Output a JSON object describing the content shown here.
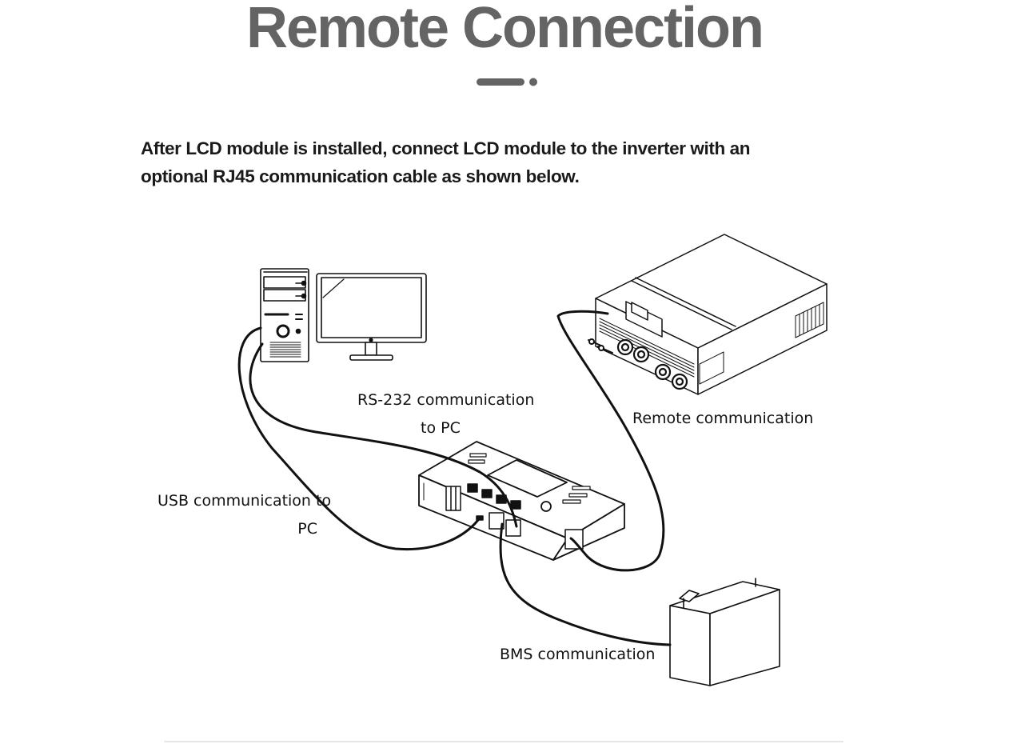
{
  "page": {
    "title": "Remote Connection",
    "intro_line1": "After LCD module is installed, connect LCD module to the inverter with an",
    "intro_line2": "optional RJ45 communication cable as shown below."
  },
  "diagram": {
    "labels": {
      "rs232_line1": "RS-232 communication",
      "rs232_line2": "to PC",
      "remote": "Remote communication",
      "usb_line1": "USB communication to",
      "usb_line2": "PC",
      "bms": "BMS communication"
    },
    "devices": [
      "pc-tower",
      "pc-monitor",
      "inverter",
      "lcd-module",
      "battery-bms"
    ]
  },
  "colors": {
    "title": "#646464",
    "text": "#1a1a1a",
    "line": "#111111"
  }
}
